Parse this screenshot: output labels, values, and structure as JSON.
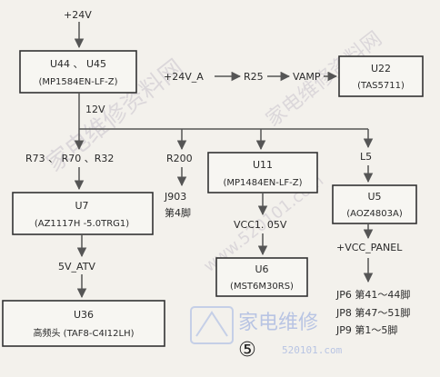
{
  "source": {
    "label": "+24V"
  },
  "u44_u45": {
    "title": "U44 、 U45",
    "part": "(MP1584EN-LF-Z)"
  },
  "rail_24v_a": {
    "label": "+24V_A"
  },
  "r25": {
    "label": "R25"
  },
  "vamp": {
    "label": "VAMP"
  },
  "u22": {
    "title": "U22",
    "part": "(TAS5711)"
  },
  "rail_12v": {
    "label": "12V"
  },
  "resistors_r73_r70_r32": {
    "label": "R73 、 R70 、R32"
  },
  "r200": {
    "label": "R200"
  },
  "j903": {
    "label": "J903",
    "pin": "第4脚"
  },
  "u11": {
    "title": "U11",
    "part": "(MP1484EN-LF-Z)"
  },
  "l5": {
    "label": "L5"
  },
  "u5": {
    "title": "U5",
    "part": "(AOZ4803A)"
  },
  "u7": {
    "title": "U7",
    "part": "(AZ1117H -5.0TRG1)"
  },
  "vcc105": {
    "label": "VCC1. 05V"
  },
  "u6": {
    "title": "U6",
    "part": "(MST6M30RS)"
  },
  "vcc_panel": {
    "label": "+VCC_PANEL"
  },
  "v5_atv": {
    "label": "5V_ATV"
  },
  "jp_pins": [
    "JP6 第41～44脚",
    "JP8 第47～51脚",
    "JP9 第1～5脚"
  ],
  "u36": {
    "title": "U36",
    "part": "高频头 (TAF8-C4I12LH)"
  },
  "figure_number": "⑤",
  "watermark": {
    "text": "家电维修资料网",
    "url": "www.520101.com",
    "strip_text": "家电维修",
    "strip_url": "520101.com"
  }
}
